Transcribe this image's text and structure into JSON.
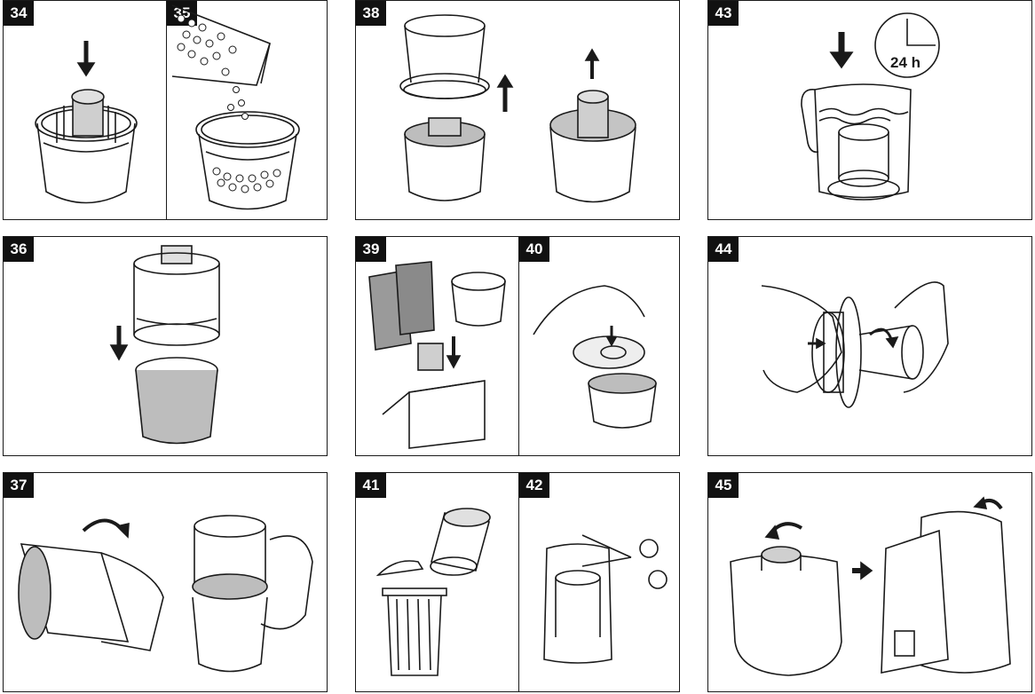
{
  "steps": {
    "s34": "34",
    "s35": "35",
    "s36": "36",
    "s37": "37",
    "s38": "38",
    "s39": "39",
    "s40": "40",
    "s41": "41",
    "s42": "42",
    "s43": "43",
    "s44": "44",
    "s45": "45"
  },
  "clock_label": "24 h",
  "colors": {
    "ink": "#1a1a1a",
    "badge": "#111111",
    "fill": "#cfcfcf",
    "paper": "#ffffff"
  }
}
